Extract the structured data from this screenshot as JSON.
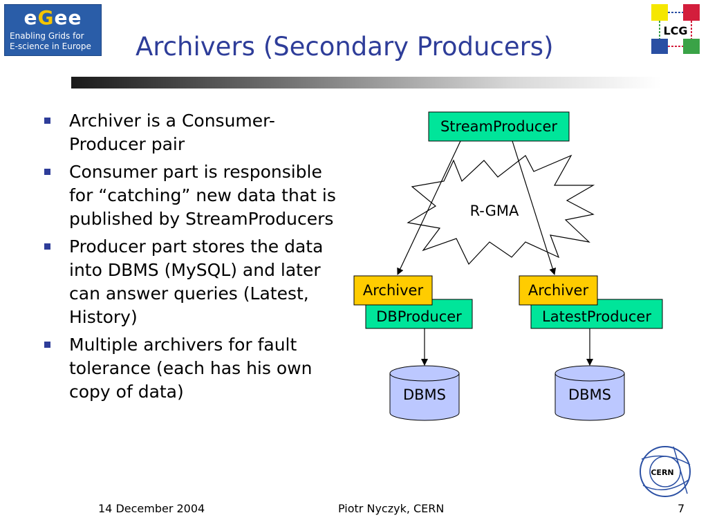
{
  "logo": {
    "wordmark_left": "e",
    "wordmark_mid": "G",
    "wordmark_right": "ee",
    "tagline_line1": "Enabling Grids for",
    "tagline_line2": "E-science in Europe"
  },
  "title": "Archivers (Secondary Producers)",
  "bullets": [
    {
      "text": "Archiver is a Consumer-Producer pair"
    },
    {
      "text": "Consumer part is responsible for “catching” new data that is published by StreamProducers"
    },
    {
      "text": "Producer part stores the data into DBMS (MySQL) and later can answer queries (Latest, History)"
    },
    {
      "text": "Multiple archivers for fault tolerance (each has his own copy of data)"
    }
  ],
  "diagram": {
    "stream_producer": "StreamProducer",
    "cloud_label": "R-GMA",
    "archiver_left": "Archiver",
    "archiver_right": "Archiver",
    "db_producer": "DBProducer",
    "latest_producer": "LatestProducer",
    "dbms_left": "DBMS",
    "dbms_right": "DBMS"
  },
  "colors": {
    "title": "#2e3d99",
    "producer_box": "#00e59a",
    "archiver_box": "#ffcc00",
    "dbms_cylinder": "#bcc8ff"
  },
  "lcg_logo_text": "LCG",
  "cern_logo_text": "CERN",
  "footer": {
    "date": "14 December 2004",
    "author": "Piotr Nyczyk, CERN",
    "page": "7"
  }
}
